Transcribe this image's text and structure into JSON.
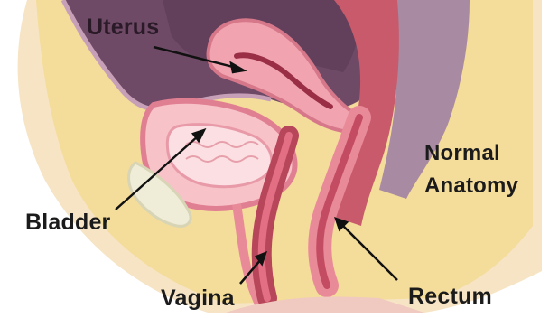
{
  "labels": {
    "uterus": "Uterus",
    "bladder": "Bladder",
    "vagina": "Vagina",
    "rectum": "Rectum",
    "caption_line1": "Normal",
    "caption_line2": "Anatomy"
  },
  "colors": {
    "abdominal_cavity": "#6e4a66",
    "fat_tissue": "#f4dc9a",
    "muscle_wall": "#e98a98",
    "organ_pink": "#f1a4b0",
    "inner_tissue": "#f7c2c8",
    "deep_red": "#b8465a",
    "pubic_bone": "#efedd8",
    "rectum_wall": "#c85a6c",
    "label_text": "#1b1b1b"
  }
}
